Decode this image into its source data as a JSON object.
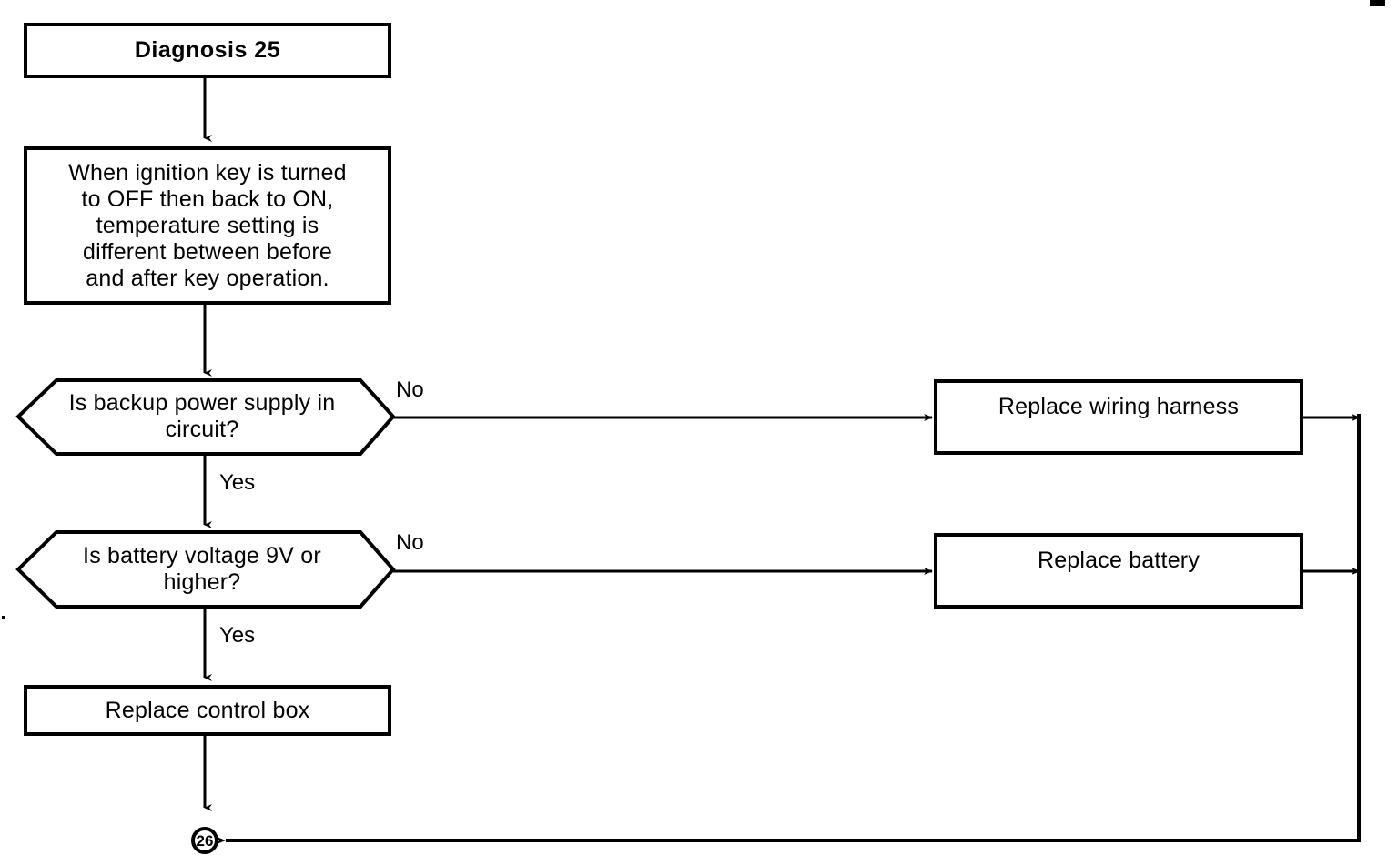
{
  "diagram": {
    "type": "flowchart",
    "title": "Diagnosis 25",
    "nodes": {
      "start": {
        "id": "start",
        "shape": "rectangle",
        "label": "Diagnosis 25"
      },
      "symptom": {
        "id": "symptom",
        "shape": "rectangle",
        "line1": "When ignition key is turned",
        "line2": "to OFF then back to ON,",
        "line3": "temperature setting is",
        "line4": "different between before",
        "line5": "and after key operation."
      },
      "decision_backup": {
        "id": "decision_backup",
        "shape": "hexagon",
        "line1": "Is backup power supply in",
        "line2": "circuit?"
      },
      "decision_voltage": {
        "id": "decision_voltage",
        "shape": "hexagon",
        "line1": "Is battery voltage 9V or",
        "line2": "higher?"
      },
      "replace_harness": {
        "id": "replace_harness",
        "shape": "rectangle",
        "label": "Replace wiring harness"
      },
      "replace_battery": {
        "id": "replace_battery",
        "shape": "rectangle",
        "label": "Replace battery"
      },
      "replace_control_box": {
        "id": "replace_control_box",
        "shape": "rectangle",
        "label": "Replace control box"
      },
      "connector_26": {
        "id": "connector_26",
        "shape": "circle",
        "label": "26"
      }
    },
    "edge_labels": {
      "backup_no": "No",
      "backup_yes": "Yes",
      "voltage_no": "No",
      "voltage_yes": "Yes"
    },
    "colors": {
      "stroke": "#000000",
      "fill": "#ffffff",
      "text": "#000000"
    }
  }
}
